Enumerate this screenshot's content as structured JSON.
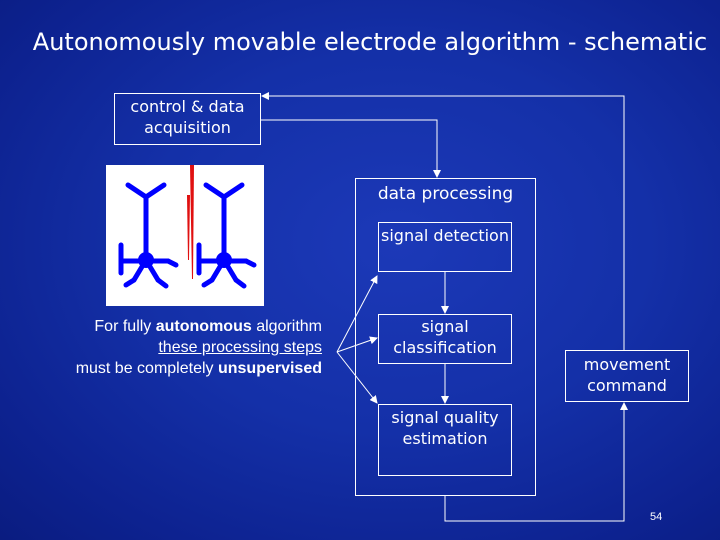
{
  "title": "Autonomously movable electrode algorithm - schematic",
  "boxes": {
    "control": "control & data acquisition",
    "processing": "data processing",
    "detection": "signal detection",
    "classification": "signal classification",
    "quality": "signal quality estimation",
    "movement": "movement command"
  },
  "note": {
    "line1_a": "For fully ",
    "line1_b": "autonomous",
    "line1_c": " algorithm",
    "line2": "these processing steps",
    "line3_a": "must be completely ",
    "line3_b": "unsupervised"
  },
  "page_number": "54",
  "colors": {
    "background": "#1430a8",
    "neuron": "#0000ff",
    "electrode": "#e01010",
    "lines": "#ffffff"
  }
}
